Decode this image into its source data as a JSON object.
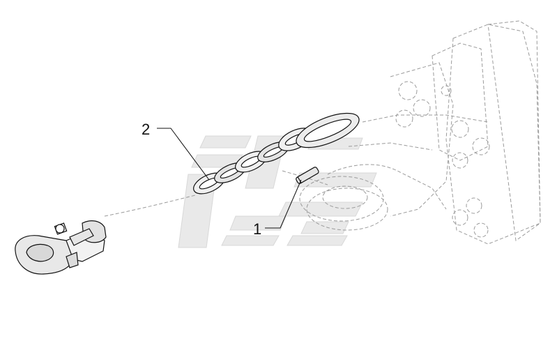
{
  "callouts": [
    {
      "id": "1",
      "text": "1"
    },
    {
      "id": "2",
      "text": "2"
    }
  ],
  "colors": {
    "line": "#111111",
    "ghost": "#9a9a9a",
    "part_fill": "#ededed",
    "watermark": "#e6e6e6"
  }
}
